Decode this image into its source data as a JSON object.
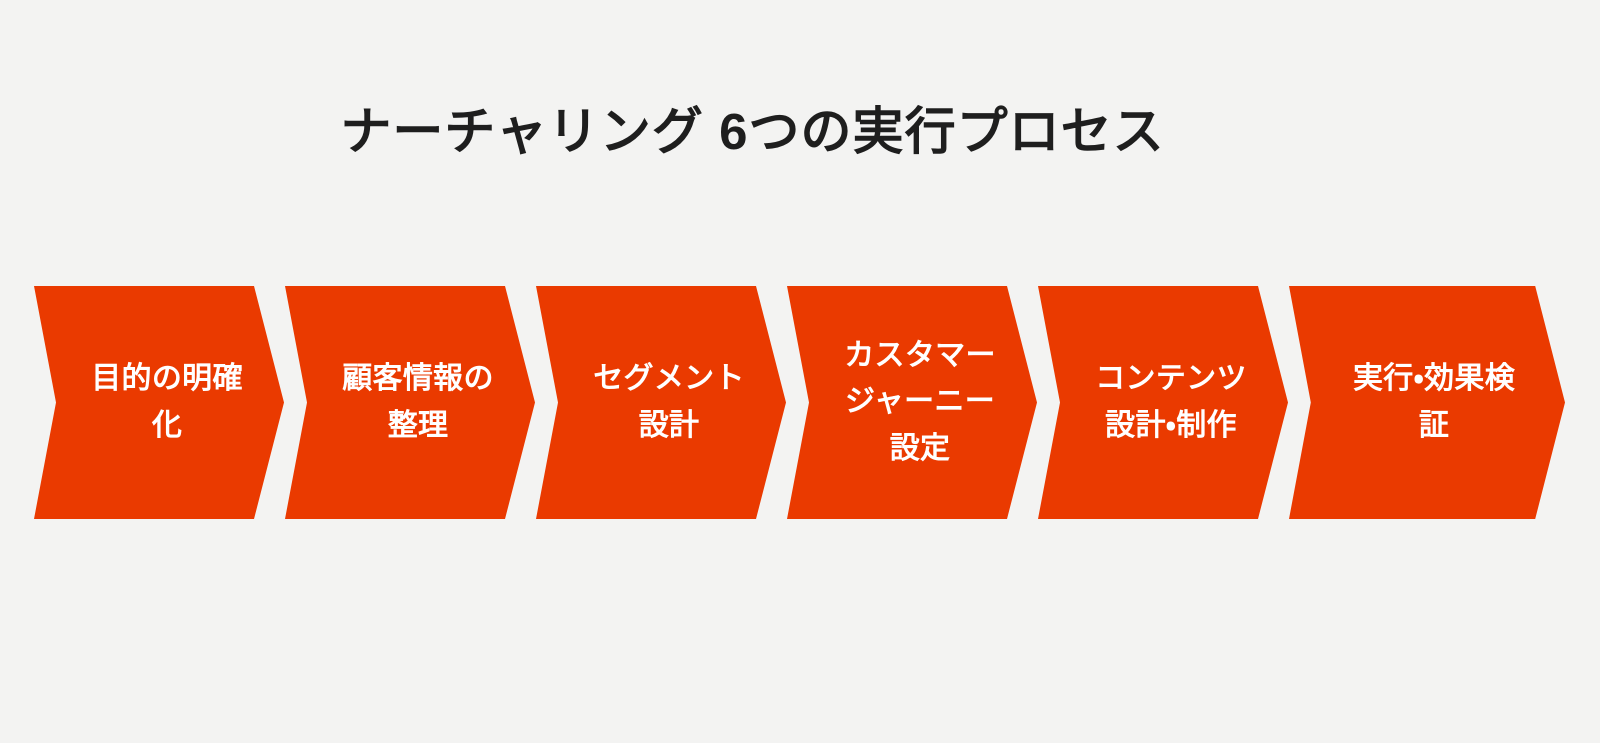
{
  "page": {
    "background_color": "#f3f3f2",
    "accent_color": "#ea3a00",
    "title_color": "#1e1e1e",
    "label_color": "#ffffff"
  },
  "title": "ナーチャリング 6つの実行プロセス",
  "process": {
    "step_count": 6,
    "steps": [
      {
        "index": 1,
        "label": "目的の明確化"
      },
      {
        "index": 2,
        "label": "顧客情報の整理"
      },
      {
        "index": 3,
        "label": "セグメント設計"
      },
      {
        "index": 4,
        "label": "カスタマージャーニー設定"
      },
      {
        "index": 5,
        "label": "コンテンツ設計・制作"
      },
      {
        "index": 6,
        "label": "実行・効果検証"
      }
    ]
  }
}
